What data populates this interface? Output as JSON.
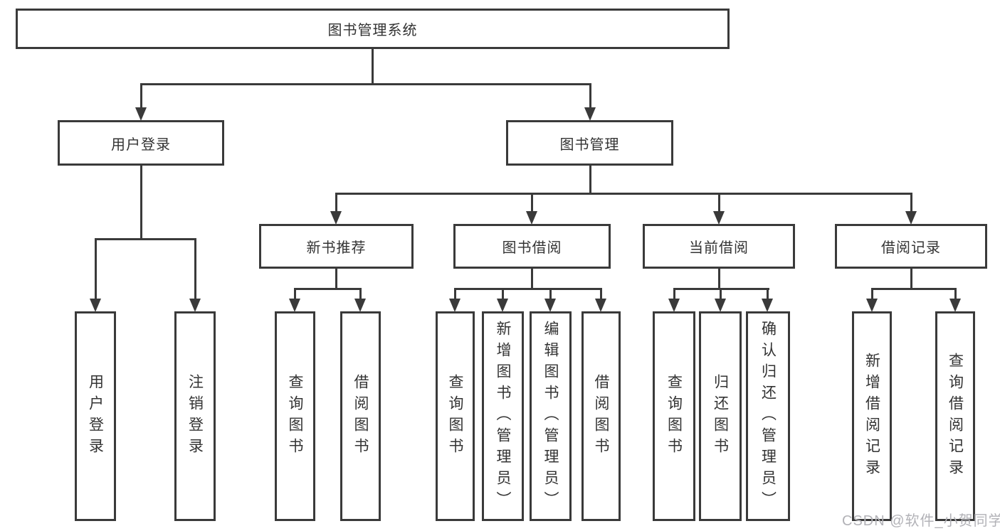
{
  "diagram": {
    "root": {
      "label": "图书管理系统"
    },
    "level2": [
      {
        "label": "用户登录"
      },
      {
        "label": "图书管理"
      }
    ],
    "level3": [
      {
        "label": "新书推荐",
        "parent": "图书管理"
      },
      {
        "label": "图书借阅",
        "parent": "图书管理"
      },
      {
        "label": "当前借阅",
        "parent": "图书管理"
      },
      {
        "label": "借阅记录",
        "parent": "图书管理"
      }
    ],
    "leaves": [
      {
        "group": "用户登录",
        "label": "用户登录"
      },
      {
        "group": "用户登录",
        "label": "注销登录"
      },
      {
        "group": "新书推荐",
        "label": "查询图书"
      },
      {
        "group": "新书推荐",
        "label": "借阅图书"
      },
      {
        "group": "图书借阅",
        "label": "查询图书"
      },
      {
        "group": "图书借阅",
        "label": "新增图书（管理员）"
      },
      {
        "group": "图书借阅",
        "label": "编辑图书（管理员）"
      },
      {
        "group": "图书借阅",
        "label": "借阅图书"
      },
      {
        "group": "当前借阅",
        "label": "查询图书"
      },
      {
        "group": "当前借阅",
        "label": "归还图书"
      },
      {
        "group": "当前借阅",
        "label": "确认归还（管理员）"
      },
      {
        "group": "借阅记录",
        "label": "新增借阅记录"
      },
      {
        "group": "借阅记录",
        "label": "查询借阅记录"
      }
    ],
    "colors": {
      "line": "#3a3a3a",
      "text": "#333333",
      "background": "#ffffff",
      "watermark": "#b2b2b7"
    }
  },
  "watermark": {
    "text": "CSDN @软件_小贺同学"
  }
}
